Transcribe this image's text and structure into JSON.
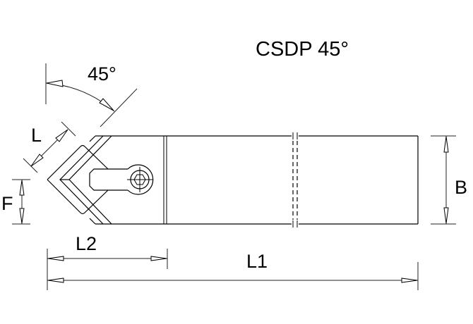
{
  "title": "CSDP 45°",
  "angle_label": "45°",
  "dimensions": {
    "L": "L",
    "F": "F",
    "B": "B",
    "L1": "L1",
    "L2": "L2"
  }
}
